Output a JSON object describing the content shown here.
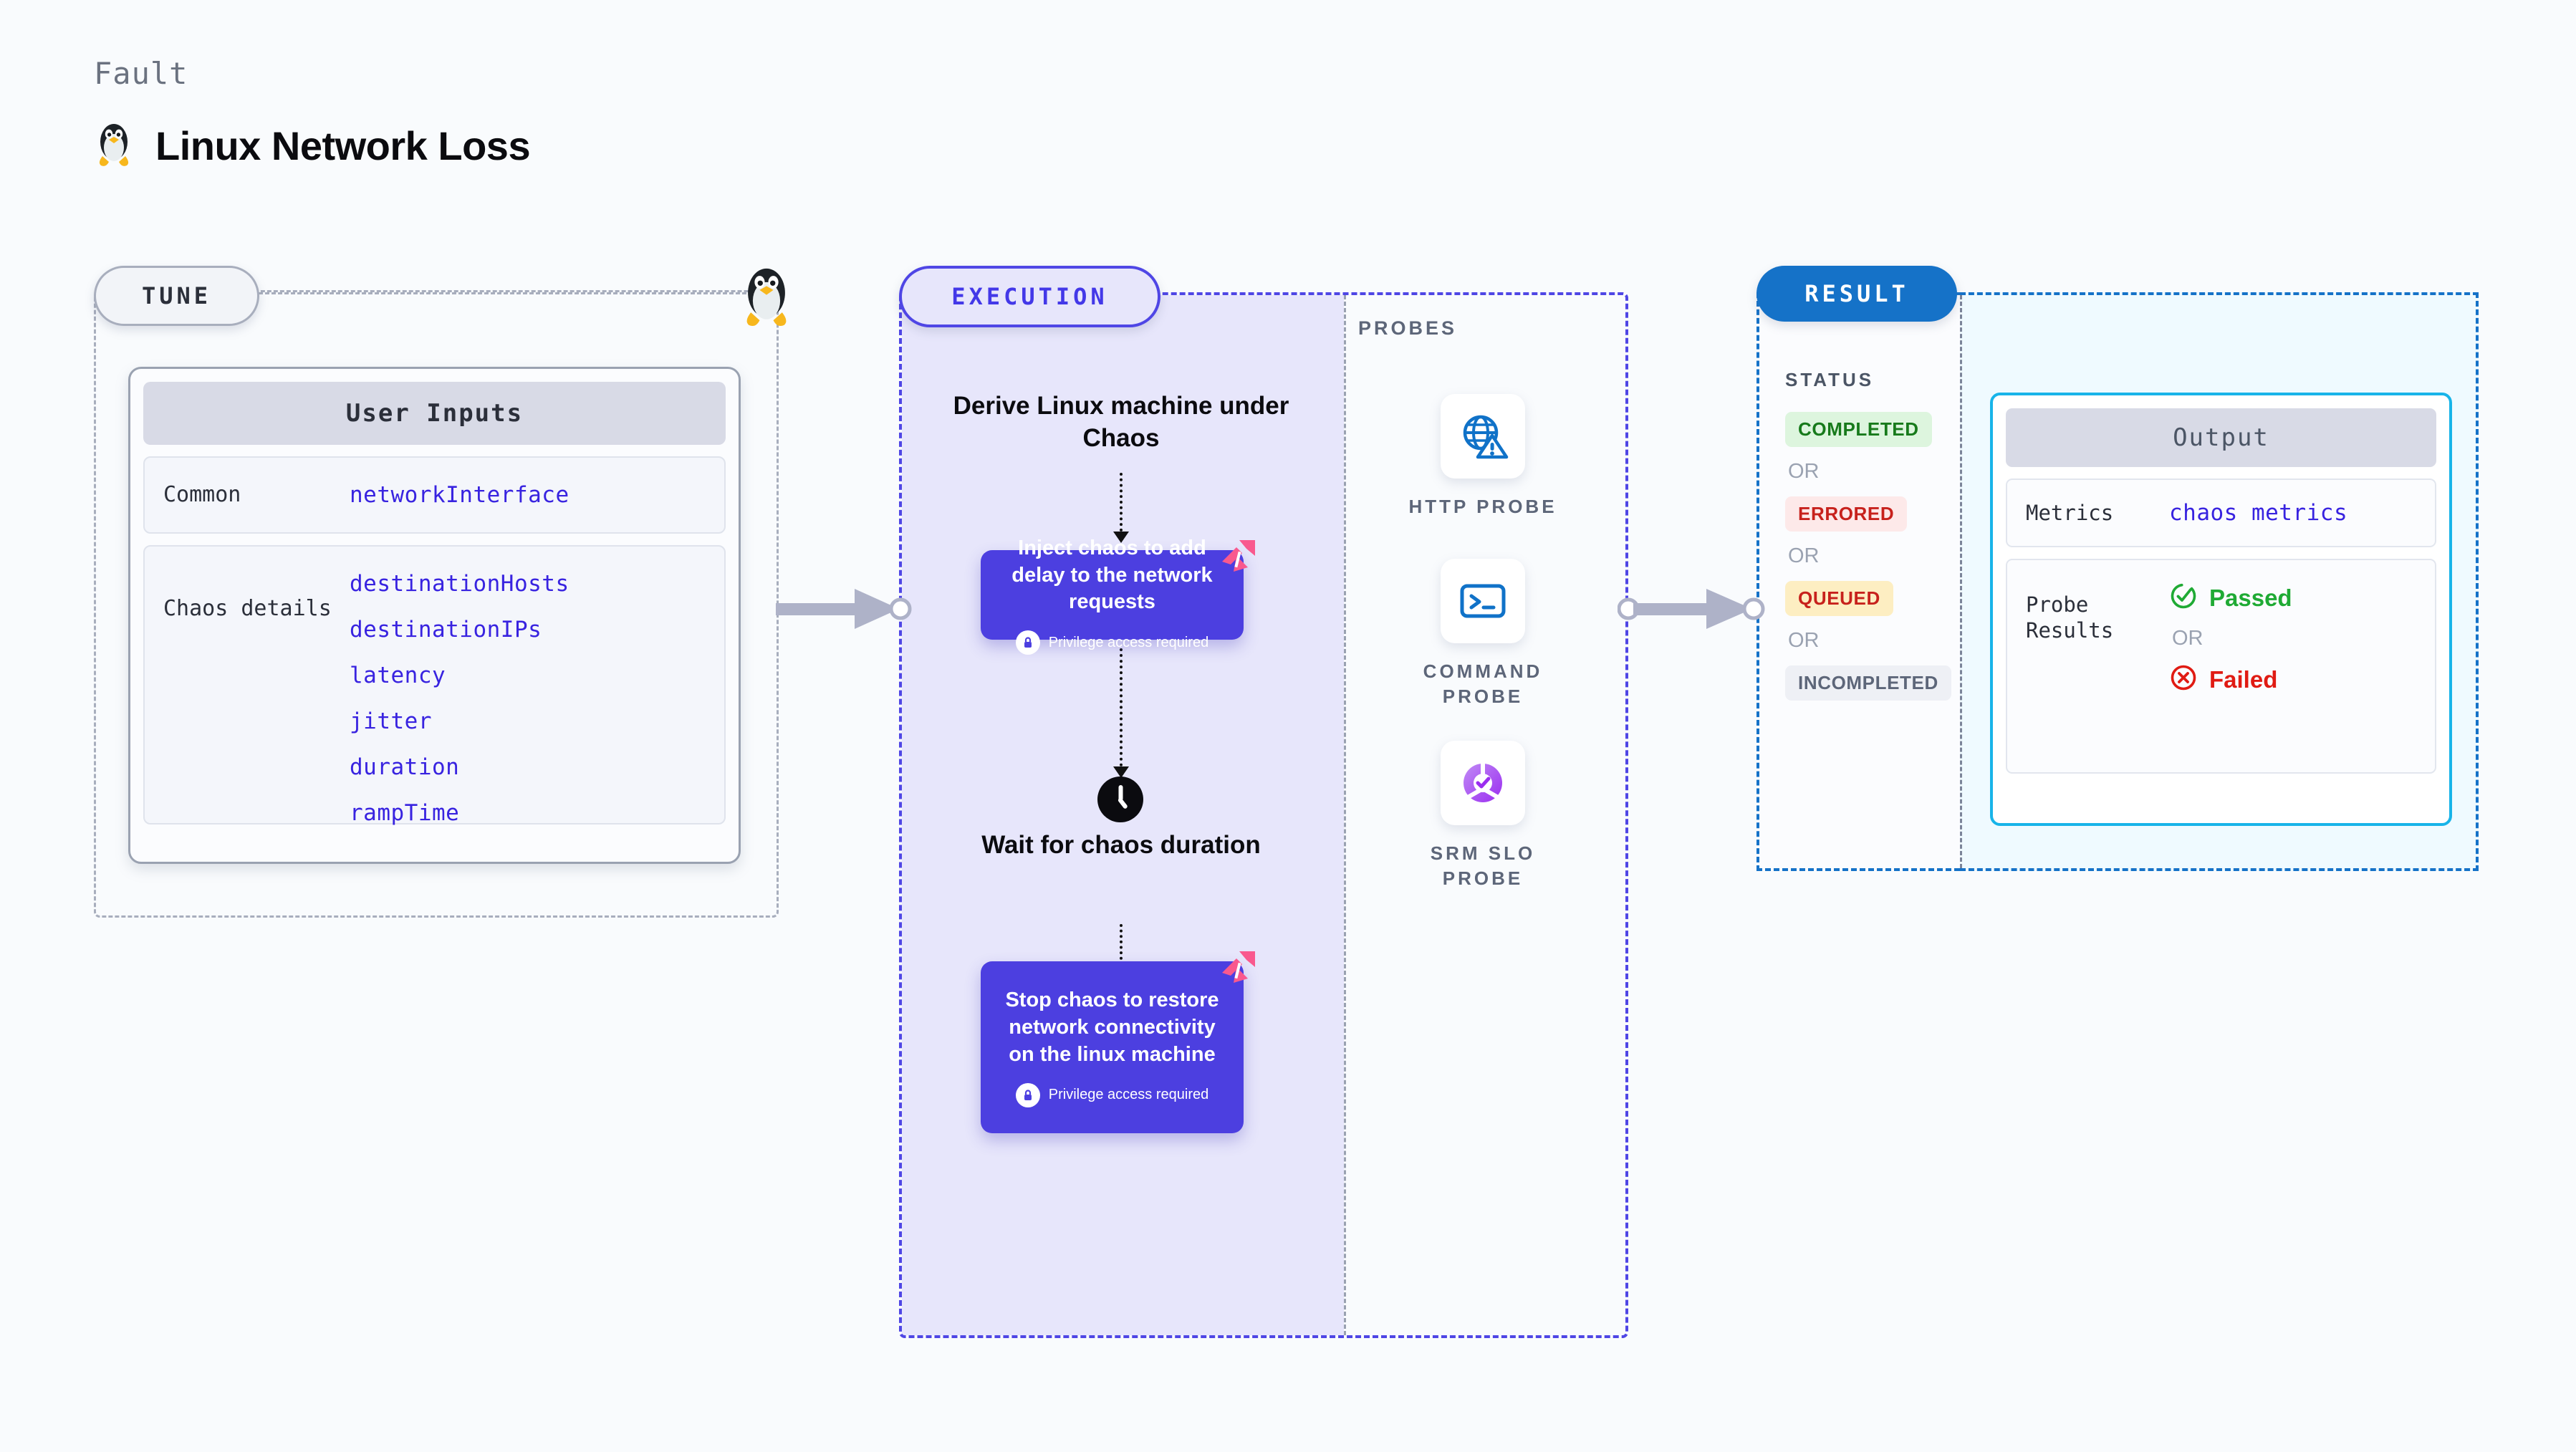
{
  "header": {
    "eyebrow": "Fault",
    "title": "Linux Network Loss",
    "icon": "linux-tux-icon"
  },
  "tune": {
    "pill_label": "TUNE",
    "edge_icon": "linux-tux-icon",
    "card": {
      "header": "User Inputs",
      "rows": [
        {
          "label": "Common",
          "values": [
            "networkInterface"
          ]
        },
        {
          "label": "Chaos details",
          "values": [
            "destinationHosts",
            "destinationIPs",
            "latency",
            "jitter",
            "duration",
            "rampTime"
          ]
        }
      ]
    }
  },
  "execution": {
    "pill_label": "EXECUTION",
    "derive_title": "Derive Linux machine under Chaos",
    "inject_card": {
      "text": "Inject chaos to add delay to the network requests",
      "privilege": "Privilege access required",
      "badge_icon": "litmus-chaos-icon",
      "lock_icon": "lock-icon"
    },
    "wait_icon": "clock-icon",
    "wait_title": "Wait for chaos duration",
    "stop_card": {
      "text": "Stop chaos to restore network connectivity on the linux machine",
      "privilege": "Privilege access required",
      "badge_icon": "litmus-chaos-icon",
      "lock_icon": "lock-icon"
    }
  },
  "probes": {
    "label": "PROBES",
    "items": [
      {
        "label": "HTTP PROBE",
        "icon": "globe-warning-icon"
      },
      {
        "label": "COMMAND PROBE",
        "icon": "terminal-icon"
      },
      {
        "label": "SRM SLO PROBE",
        "icon": "slo-donut-check-icon"
      }
    ]
  },
  "result": {
    "pill_label": "RESULT",
    "status_label": "STATUS",
    "or_label": "OR",
    "statuses": [
      {
        "text": "COMPLETED",
        "bg": "#ddf5de",
        "fg": "#177a1b"
      },
      {
        "text": "ERRORED",
        "bg": "#fde9e9",
        "fg": "#c7211c"
      },
      {
        "text": "QUEUED",
        "bg": "#fdeec2",
        "fg": "#c7211c"
      },
      {
        "text": "INCOMPLETED",
        "bg": "#eef0f5",
        "fg": "#5d6679"
      }
    ],
    "output": {
      "header": "Output",
      "metrics_label": "Metrics",
      "metrics_value": "chaos metrics",
      "probe_label": "Probe Results",
      "passed": "Passed",
      "failed": "Failed",
      "or_label": "OR",
      "passed_icon": "check-circle-icon",
      "failed_icon": "x-circle-icon"
    }
  },
  "connectors": {
    "arrow_1": "arrow-tune-to-execution",
    "arrow_2": "arrow-probes-to-result"
  },
  "colors": {
    "canvas": "#f9fbfd",
    "tune_border": "#a8aebd",
    "execution_accent": "#4f46e5",
    "execution_bg": "#e7e6fb",
    "chaos_card": "#4c3fe0",
    "litmus_pink": "#f9598e",
    "result_accent": "#1572c8",
    "output_border": "#18b4e9",
    "result_right_bg": "#effaff",
    "mono_value": "#3823e0"
  }
}
